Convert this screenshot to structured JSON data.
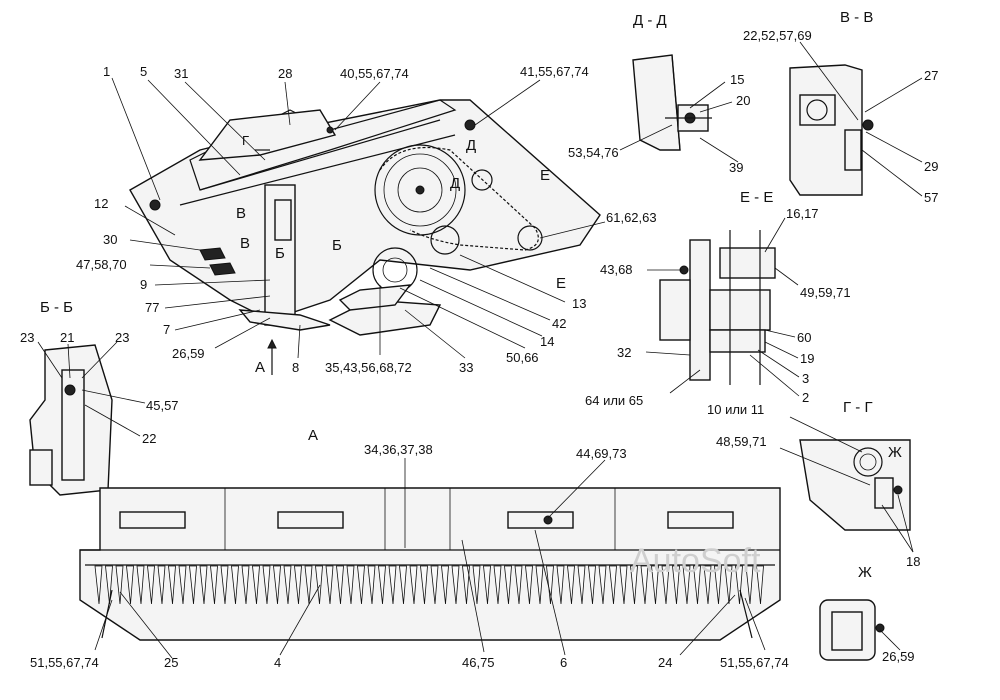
{
  "section_titles": {
    "d_d": "Д - Д",
    "v_v": "В - В",
    "e_e": "Е - Е",
    "b_b": "Б - Б",
    "g_g": "Г - Г",
    "zh": "Ж",
    "view_a": "А"
  },
  "view_marks": {
    "g": "Г",
    "d1": "Д",
    "d2": "Д",
    "e1": "Е",
    "e2": "Е",
    "v1": "В",
    "v2": "В",
    "b1": "Б",
    "b2": "Б",
    "a": "А",
    "zh": "Ж"
  },
  "watermark": "AutoSoft",
  "main_callouts": {
    "c1": "1",
    "c5": "5",
    "c31": "31",
    "c28": "28",
    "c40": "40,55,67,74",
    "c41": "41,55,67,74",
    "c12": "12",
    "c30": "30",
    "c47": "47,58,70",
    "c9": "9",
    "c77": "77",
    "c7": "7",
    "c26": "26,59",
    "c8": "8",
    "c35": "35,43,56,68,72",
    "c33": "33",
    "c50": "50,66",
    "c14": "14",
    "c42": "42",
    "c13": "13",
    "c61": "61,62,63"
  },
  "dd_callouts": {
    "c15": "15",
    "c20": "20",
    "c53": "53,54,76",
    "c39": "39"
  },
  "vv_callouts": {
    "c22": "22,52,57,69",
    "c27": "27",
    "c29": "29",
    "c57": "57"
  },
  "ee_callouts": {
    "c16": "16,17",
    "c43": "43,68",
    "c49": "49,59,71",
    "c32": "32",
    "c60": "60",
    "c19": "19",
    "c3": "3",
    "c2": "2",
    "c64": "64 или 65"
  },
  "bb_callouts": {
    "c23a": "23",
    "c21": "21",
    "c23b": "23",
    "c45": "45,57",
    "c22": "22"
  },
  "gg_callouts": {
    "c10": "10 или 11",
    "c48": "48,59,71",
    "c18": "18"
  },
  "zh_callouts": {
    "c26": "26,59"
  },
  "bottom_callouts": {
    "c34": "34,36,37,38",
    "c44": "44,69,73",
    "c51a": "51,55,67,74",
    "c25": "25",
    "c4": "4",
    "c46": "46,75",
    "c6": "6",
    "c24": "24",
    "c51b": "51,55,67,74"
  }
}
